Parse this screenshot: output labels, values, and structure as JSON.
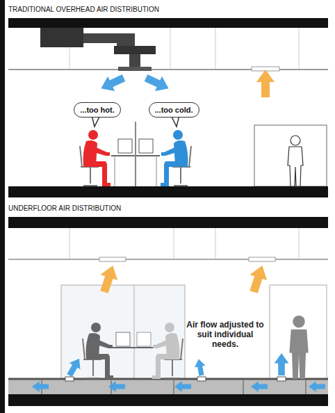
{
  "diagram": {
    "nodes": [
      {
        "text": [
          "TRADITIONAL OVERHEAD AIR DISTRIBUTION"
        ]
      },
      {
        "text": [
          "...too hot."
        ],
        "in": 0
      },
      {
        "text": [
          "...too cold."
        ],
        "in": 0
      },
      {
        "text": [
          "UNDERFLOOR AIR DISTRIBUTION"
        ]
      }
    ],
    "labels": [
      "Air flow adjusted to suit individual needs."
    ]
  }
}
